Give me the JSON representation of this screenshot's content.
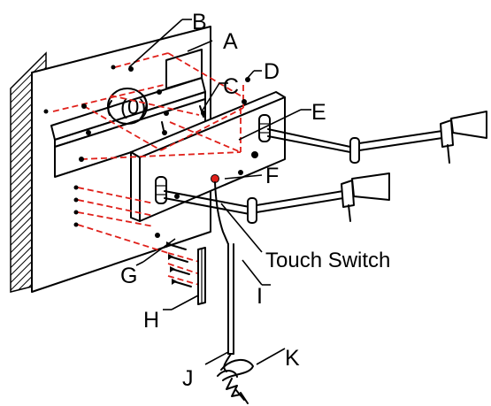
{
  "labels": {
    "a": "A",
    "b": "B",
    "c": "C",
    "d": "D",
    "e": "E",
    "f": "F",
    "g": "G",
    "h": "H",
    "i": "I",
    "j": "J",
    "k": "K",
    "touch_switch": "Touch Switch"
  },
  "colors": {
    "line": "#000000",
    "guide": "#e0201a",
    "background": "#ffffff"
  }
}
